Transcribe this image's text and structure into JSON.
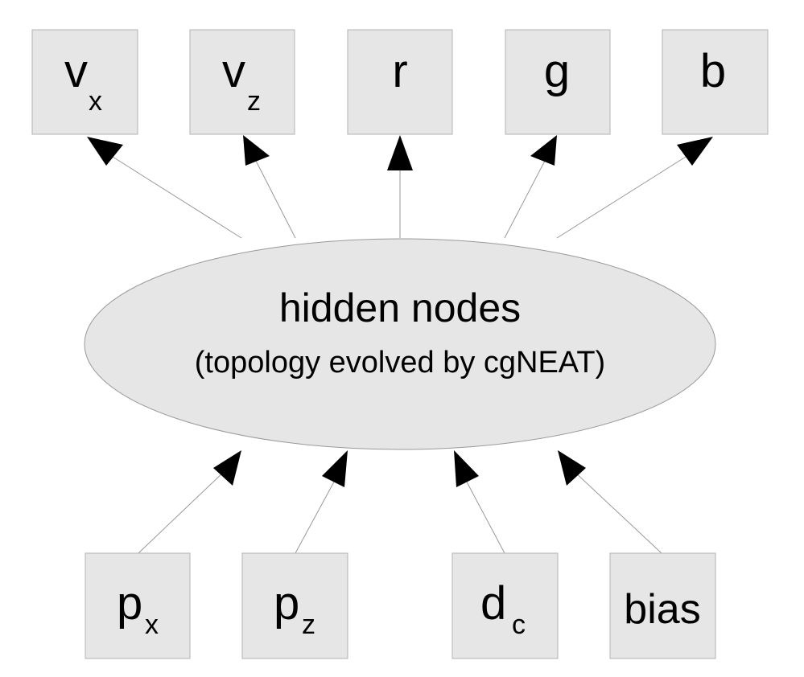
{
  "outputs": [
    {
      "main": "v",
      "sub": "x"
    },
    {
      "main": "v",
      "sub": "z"
    },
    {
      "main": "r",
      "sub": ""
    },
    {
      "main": "g",
      "sub": ""
    },
    {
      "main": "b",
      "sub": ""
    }
  ],
  "hidden": {
    "title": "hidden nodes",
    "subtitle": "(topology evolved by cgNEAT)"
  },
  "inputs": [
    {
      "main": "p",
      "sub": "x"
    },
    {
      "main": "p",
      "sub": "z"
    },
    {
      "main": "d",
      "sub": "c"
    },
    {
      "main": "bias",
      "sub": ""
    }
  ]
}
